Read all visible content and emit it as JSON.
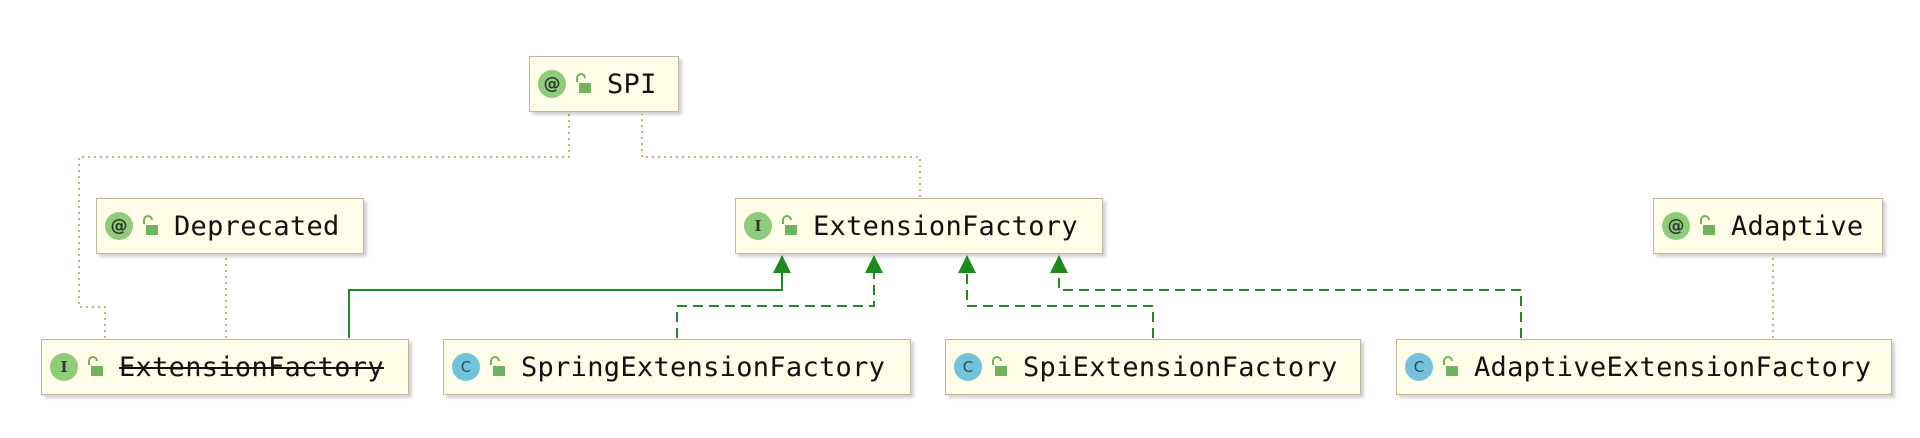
{
  "diagram": {
    "nodes": {
      "spi": {
        "label": "SPI",
        "kind": "annotation",
        "kind_glyph": "@"
      },
      "deprecated": {
        "label": "Deprecated",
        "kind": "annotation",
        "kind_glyph": "@"
      },
      "extension_factory": {
        "label": "ExtensionFactory",
        "kind": "interface",
        "kind_glyph": "I"
      },
      "adaptive": {
        "label": "Adaptive",
        "kind": "annotation",
        "kind_glyph": "@"
      },
      "extension_factory_deprecated": {
        "label": "ExtensionFactory",
        "kind": "interface",
        "kind_glyph": "I",
        "deprecated": true
      },
      "spring_extension_factory": {
        "label": "SpringExtensionFactory",
        "kind": "class",
        "kind_glyph": "C"
      },
      "spi_extension_factory": {
        "label": "SpiExtensionFactory",
        "kind": "class",
        "kind_glyph": "C"
      },
      "adaptive_extension_factory": {
        "label": "AdaptiveExtensionFactory",
        "kind": "class",
        "kind_glyph": "C"
      }
    },
    "edges": [
      {
        "from": "extension_factory_deprecated",
        "to": "spi",
        "type": "annotated-by",
        "style": "dotted"
      },
      {
        "from": "extension_factory_deprecated",
        "to": "deprecated",
        "type": "annotated-by",
        "style": "dotted"
      },
      {
        "from": "extension_factory",
        "to": "spi",
        "type": "annotated-by",
        "style": "dotted"
      },
      {
        "from": "adaptive_extension_factory",
        "to": "adaptive",
        "type": "annotated-by",
        "style": "dotted"
      },
      {
        "from": "extension_factory_deprecated",
        "to": "extension_factory",
        "type": "extends",
        "style": "solid"
      },
      {
        "from": "spring_extension_factory",
        "to": "extension_factory",
        "type": "implements",
        "style": "dashed"
      },
      {
        "from": "spi_extension_factory",
        "to": "extension_factory",
        "type": "implements",
        "style": "dashed"
      },
      {
        "from": "adaptive_extension_factory",
        "to": "extension_factory",
        "type": "implements",
        "style": "dashed"
      }
    ],
    "colors": {
      "node_fill": "#fffde7",
      "node_border": "#b9b9a4",
      "annotation_badge": "#8fca7d",
      "interface_badge": "#8fca7d",
      "class_badge": "#74c2da",
      "inheritance_edge": "#1e8a1e",
      "annotation_edge": "#c8b27a",
      "lock_icon": "#6fb35f"
    }
  }
}
